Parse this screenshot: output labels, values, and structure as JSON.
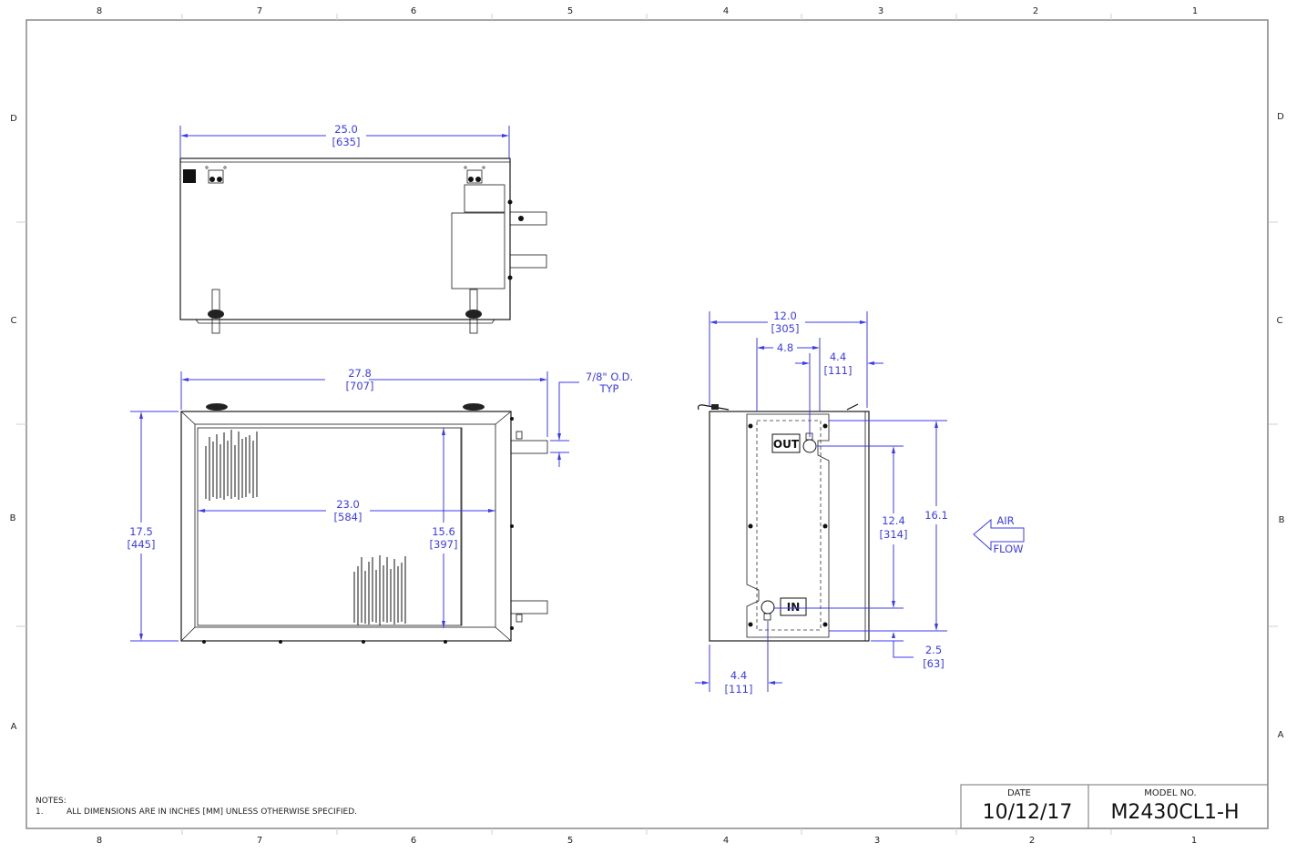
{
  "sheet": {
    "zones_columns": [
      "8",
      "7",
      "6",
      "5",
      "4",
      "3",
      "2",
      "1"
    ],
    "zones_rows": [
      "D",
      "C",
      "B",
      "A"
    ]
  },
  "top_view": {
    "width_in": "25.0",
    "width_mm": "[635]"
  },
  "front_view": {
    "overall_width_in": "27.8",
    "overall_width_mm": "[707]",
    "tube_od_line1": "7/8\" O.D.",
    "tube_od_line2": "TYP",
    "coil_width_in": "23.0",
    "coil_width_mm": "[584]",
    "height_in": "17.5",
    "height_mm": "[445]",
    "coil_height_in": "15.6",
    "coil_height_mm": "[397]"
  },
  "side_view": {
    "depth_in": "12.0",
    "depth_mm": "[305]",
    "offset_in": "4.8",
    "out_offset_in": "4.4",
    "out_offset_mm": "[111]",
    "connection_spacing_in": "12.4",
    "connection_spacing_mm": "[314]",
    "mount_spacing_in": "16.1",
    "bottom_offset_in": "2.5",
    "bottom_offset_mm": "[63]",
    "in_offset_in": "4.4",
    "in_offset_mm": "[111]",
    "out_label": "OUT",
    "in_label": "IN",
    "airflow_line1": "AIR",
    "airflow_line2": "FLOW"
  },
  "notes": {
    "heading": "NOTES:",
    "items": [
      {
        "number": "1.",
        "text": "ALL DIMENSIONS ARE IN INCHES [MM] UNLESS OTHERWISE SPECIFIED."
      }
    ]
  },
  "title_block": {
    "date_label": "DATE",
    "date_value": "10/12/17",
    "model_label": "MODEL NO.",
    "model_value": "M2430CL1-H"
  },
  "colors": {
    "dimension": "#3b3bf0",
    "part": "#1a1a1a",
    "border": "#8a8a8a"
  }
}
